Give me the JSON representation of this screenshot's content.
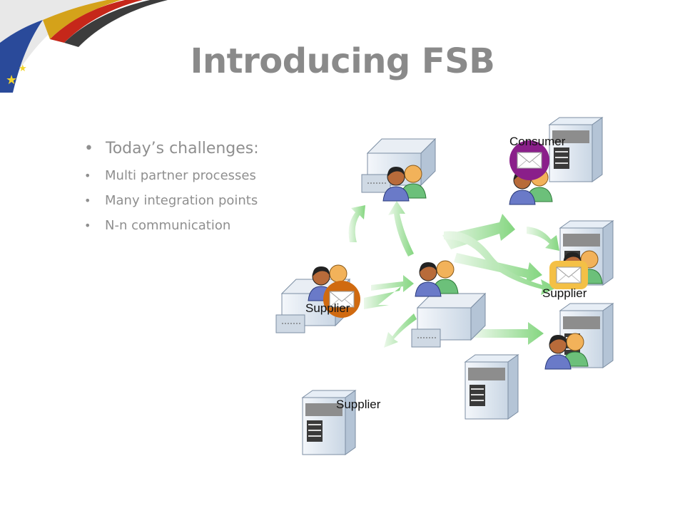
{
  "slide": {
    "title": "Introducing FSB",
    "bullet_main": "Today’s challenges:",
    "sub_bullets": [
      "Multi partner processes",
      "Many integration points",
      "N-n communication"
    ]
  },
  "diagram": {
    "labels": {
      "consumer": "Consumer",
      "supplier_right": "Supplier",
      "supplier_left": "Supplier",
      "supplier_bottom": "Supplier"
    },
    "message_colors": {
      "orange": "#d06a10",
      "purple": "#8a1f8a",
      "yellow": "#f4c046"
    },
    "arrow_color": "#7fd27a"
  }
}
